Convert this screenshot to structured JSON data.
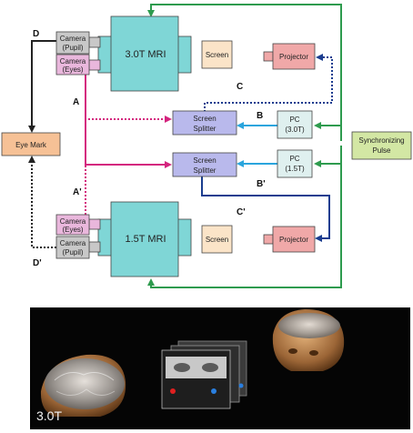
{
  "diagram": {
    "mri_top": "3.0T  MRI",
    "mri_bottom": "1.5T  MRI",
    "cam_pupil_top": [
      "Camera",
      "(Pupil)"
    ],
    "cam_eyes_top": [
      "Camera",
      "(Eyes)"
    ],
    "cam_eyes_bottom": [
      "Camera",
      "(Eyes)"
    ],
    "cam_pupil_bottom": [
      "Camera",
      "(Pupil)"
    ],
    "screen_top": "Screen",
    "screen_bottom": "Screen",
    "projector_top": "Projector",
    "projector_bottom": "Projector",
    "splitter_top": [
      "Screen",
      "Splitter"
    ],
    "splitter_bottom": [
      "Screen",
      "Splitter"
    ],
    "pc_top": [
      "PC",
      "(3.0T)"
    ],
    "pc_bottom": [
      "PC",
      "(1.5T)"
    ],
    "eye_mark": "Eye Mark",
    "sync": [
      "Synchronizing",
      "Pulse"
    ],
    "labels": {
      "A": "A",
      "A2": "A'",
      "B": "B",
      "B2": "B'",
      "C": "C",
      "C2": "C'",
      "D": "D",
      "D2": "D'"
    },
    "colors": {
      "mri": "#7fd6d6",
      "camera_pupil": "#c8c8c8",
      "camera_eyes": "#e9b7dc",
      "screen": "#fbe4c8",
      "projector": "#f0a8a8",
      "splitter": "#b9b9ec",
      "pc": "#dff0ef",
      "eye_mark": "#f6c196",
      "sync": "#d3e7a4",
      "green": "#2e9b4e",
      "magenta": "#d4247e",
      "blue_dark": "#1a3d8f",
      "blue_light": "#2aa5dd"
    }
  },
  "photo": {
    "label": "3.0T"
  }
}
